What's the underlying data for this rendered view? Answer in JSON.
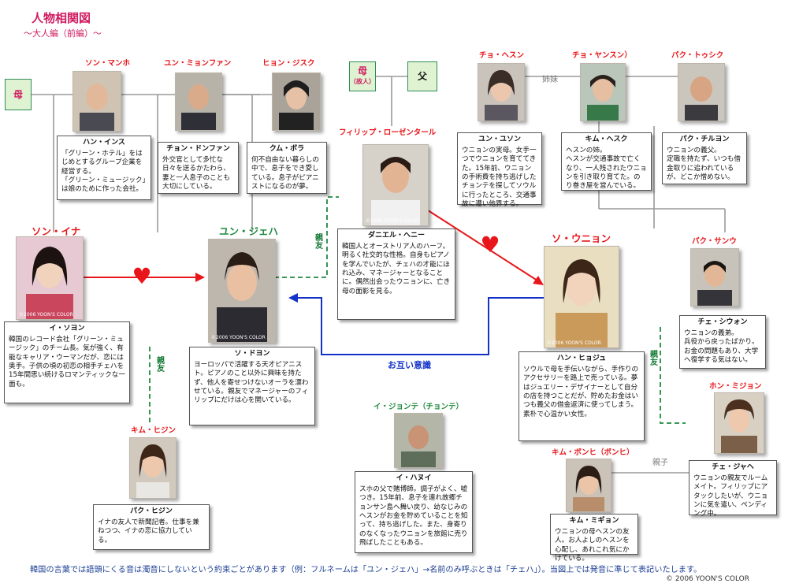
{
  "header": {
    "title": "人物相関図",
    "subtitle": "〜大人編（前編）〜"
  },
  "boxes": {
    "mother_left": "母",
    "mother_center": "母",
    "mother_center_note": "（故人）",
    "father_center": "父"
  },
  "characters": {
    "son_manho": {
      "role": "ソン・マンホ",
      "actor": "ハン・インス",
      "text": "「グリーン・ホテル」をはじめとするグループ企業を経営する。\n「グリーン・ミュージック」は娘のために作った会社。"
    },
    "yun_minfan": {
      "role": "ユン・ミョンファン",
      "actor": "チョン・ドンファン",
      "text": "外交官として多忙な日々を送るかたわら、妻と一人息子のことも大切にしている。"
    },
    "hyon_jisuku": {
      "role": "ヒョン・ジスク",
      "actor": "クム・ボラ",
      "text": "何不自由ない暮らしの中で、息子をでき愛している。息子がピアニストになるのが夢。"
    },
    "philip": {
      "role": "フィリップ・ローゼンタール",
      "actor": "ダニエル・ヘニー",
      "text": "韓国人とオーストリア人のハーフ。明るく社交的な性格。自身もピアノを学んでいたが、チェハの才能にほれ込み、マネージャーとなることに。偶然出会ったウニョンに、亡き母の面影を見る。"
    },
    "cho_hesun": {
      "role": "チョ・ヘスン",
      "actor": "ユン・ユソン",
      "text": "ウニョンの実母。女手一つでウニョンを育ててきた。15年前、ウニョンの手術費を持ち逃げしたチョンテを探してソウルに行ったところ、交通事故に遭い他界する。"
    },
    "cho_yansun": {
      "role": "チョ・ヤンスン）",
      "actor": "キム・ヘスク",
      "text": "ヘスンの姉。\nヘスンが交通事故で亡くなり、一人残されたウニョンを引き取り育てた。のり巻き屋を営んでいる。"
    },
    "paku_toshiku": {
      "role": "パク・トゥシク",
      "actor": "パク・チルヨン",
      "text": "ウニョンの義父。\n定職を持たず、いつも借金取りに追われているが、どこか憎めない。"
    },
    "son_ina": {
      "role": "ソン・イナ",
      "actor": "イ・ソヨン",
      "text": "韓国のレコード会社「グリーン・ミュージック」のチーム長。気が強く、有能なキャリア・ウーマンだが、恋には奥手。子供の頃の初恋の相手チェハを15年間思い続けるロマンティックな一面も。"
    },
    "yun_jeha": {
      "role": "ユン・ジェハ",
      "actor": "ソ・ドヨン",
      "text": "ヨーロッパで活躍する天才ピアニスト。ピアノのこと以外に興味を持たず、他人を寄せつけないオーラを漂わせている。親友でマネージャーのフィリップにだけは心を開いている。"
    },
    "so_unyon": {
      "role": "ソ・ウニョン",
      "actor": "ハン・ヒョジュ",
      "text": "ソウルで母を手伝いながら、手作りのアクセサリーを路上で売っている。夢はジュエリー・デザイナーとして自分の店を持つことだが、貯めたお金はいつも義父の借金返済に使ってしまう。素朴で心温かい女性。"
    },
    "paku_sanu": {
      "role": "パク・サンウ",
      "actor": "チェ・シウォン",
      "text": "ウニョンの義弟。\n兵役から戻ったばかり。お金の問題もあり、大学へ復学する気はない。"
    },
    "kim_hijin": {
      "role": "キム・ヒジン",
      "actor": "パク・ヒジン",
      "text": "イナの友人で新聞記者。仕事を兼ねつつ、イナの恋に協力している。"
    },
    "i_jonte": {
      "role": "イ・ジョンテ（チョンテ）",
      "actor": "イ・ハヌイ",
      "text": "スホの父で賭博師。調子がよく、嘘つき。15年前、息子を連れ故郷チョンサン島へ舞い戻り、幼なじみのヘスンがお金を貯めていることを知って、持ち逃げした。また、身寄りのなくなったウニョンを旅館に売り飛ばしたこともある。"
    },
    "kim_bonhi": {
      "role": "キム・ボンヒ（ボンヒ）",
      "actor": "キム・ミギョン",
      "text": "ウニョンの母ヘスンの友人。お人よしのヘスンを心配し、あれこれ気にかけている。"
    },
    "hon_mijion": {
      "role": "ホン・ミジョン",
      "actor": "チェ・ジャヘ",
      "text": "ウニョンの親友でルームメイト。フィリップにアタックしたいが、ウニョンに気を遣い、ペンディング中。"
    }
  },
  "relations": {
    "sisters": "姉妹",
    "friend_a": "親友",
    "friend_b": "親友",
    "friend_c": "親友",
    "mutual": "お互い意識",
    "parent_child": "親子"
  },
  "photo_caption": "©2006 YOON'S COLOR",
  "footer": {
    "note": "韓国の言葉では語頭にくる音は濁音にしないという約束ごとがあります（例：フルネームは「ユン・ジェハ」→名前のみ呼ぶときは「チェハ」）。当図上では発音に準じて表記いたします。",
    "copyright": "© 2006 YOON'S COLOR"
  },
  "colors": {
    "accent_red": "#e8161a",
    "relation_green": "#117a33",
    "relation_blue": "#1432c8",
    "title_pink": "#d01d60",
    "footer_blue": "#1c3f94",
    "box_fill": "#dff3d2"
  }
}
